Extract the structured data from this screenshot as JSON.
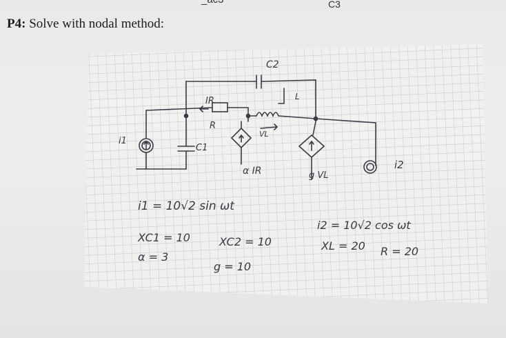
{
  "header": {
    "problem_number": "P4:",
    "problem_text": "Solve with nodal method:",
    "cropped_top_left": "_ac3",
    "cropped_top_right": "C3"
  },
  "circuit": {
    "labels": {
      "c2": "C2",
      "ir": "IR",
      "r": "R",
      "l": "L",
      "vl": "VL",
      "c1": "C1",
      "i1": "i1",
      "i2": "i2",
      "alpha_ir": "α IR",
      "gvl": "g VL"
    }
  },
  "givens": {
    "i1_eq": "i1 = 10√2 sin ωt",
    "i2_eq": "i2 = 10√2 cos ωt",
    "xc1": "XC1 = 10",
    "xc2": "XC2 = 10",
    "xl": "XL = 20",
    "r": "R = 20",
    "alpha": "α = 3",
    "g": "g = 10"
  },
  "colors": {
    "ink": "#3a3a46",
    "grid_light": "#c9c9cc",
    "grid_paper": "#efefee"
  }
}
